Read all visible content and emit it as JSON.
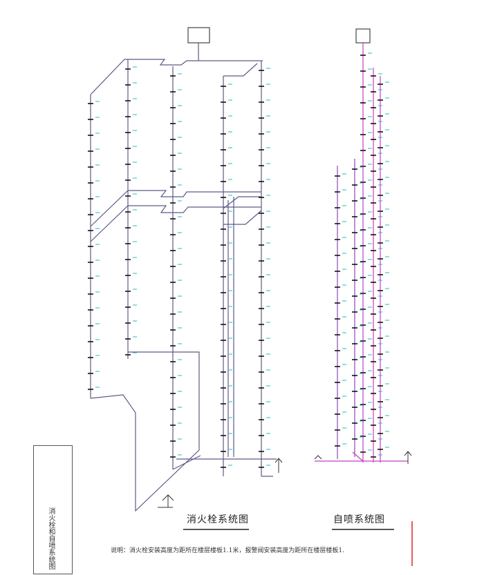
{
  "drawing": {
    "hydrant_title": "消火栓系统图",
    "sprinkler_title": "自喷系统图",
    "note": "说明：消火栓安装高度为距所在楼层楼板1.1米，报警阀安装高度为距所在楼层楼板1.",
    "title_block_name": "消火栓和自喷系统图"
  },
  "colors": {
    "hydrant_pipe": "#5a5a86",
    "sprinkler_pipe": "#c43cc4",
    "label": "#22b8c8",
    "fitting": "#111111"
  }
}
